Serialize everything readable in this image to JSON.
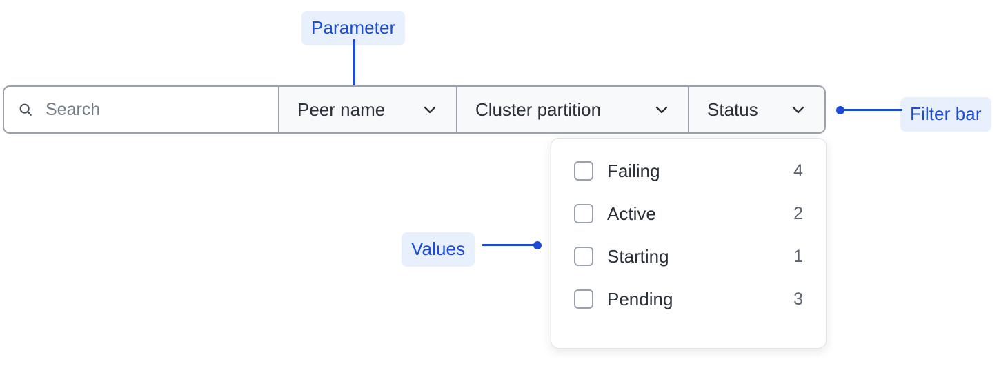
{
  "annotations": [
    {
      "id": "parameter",
      "label": "Parameter"
    },
    {
      "id": "values",
      "label": "Values"
    },
    {
      "id": "filter_bar",
      "label": "Filter bar"
    }
  ],
  "filter_bar": {
    "search": {
      "icon": "search-icon",
      "value": "",
      "placeholder": "Search"
    },
    "dropdowns": [
      {
        "label": "Peer name",
        "icon": "chevron-down-icon"
      },
      {
        "label": "Cluster partition",
        "icon": "chevron-down-icon"
      },
      {
        "label": "Status",
        "icon": "chevron-down-icon"
      }
    ]
  },
  "status_dropdown": {
    "open_for": "Status",
    "options": [
      {
        "label": "Failing",
        "count": "4",
        "checked": false
      },
      {
        "label": "Active",
        "count": "2",
        "checked": false
      },
      {
        "label": "Starting",
        "count": "1",
        "checked": false
      },
      {
        "label": "Pending",
        "count": "3",
        "checked": false
      }
    ]
  },
  "colors": {
    "accent": "#1b4bd8",
    "badge_bg": "#e8f0fe",
    "bar_border": "#9aa1ad",
    "segment_bg": "#f8f9fa",
    "text": "#2b313b",
    "muted_text": "#737b86"
  }
}
